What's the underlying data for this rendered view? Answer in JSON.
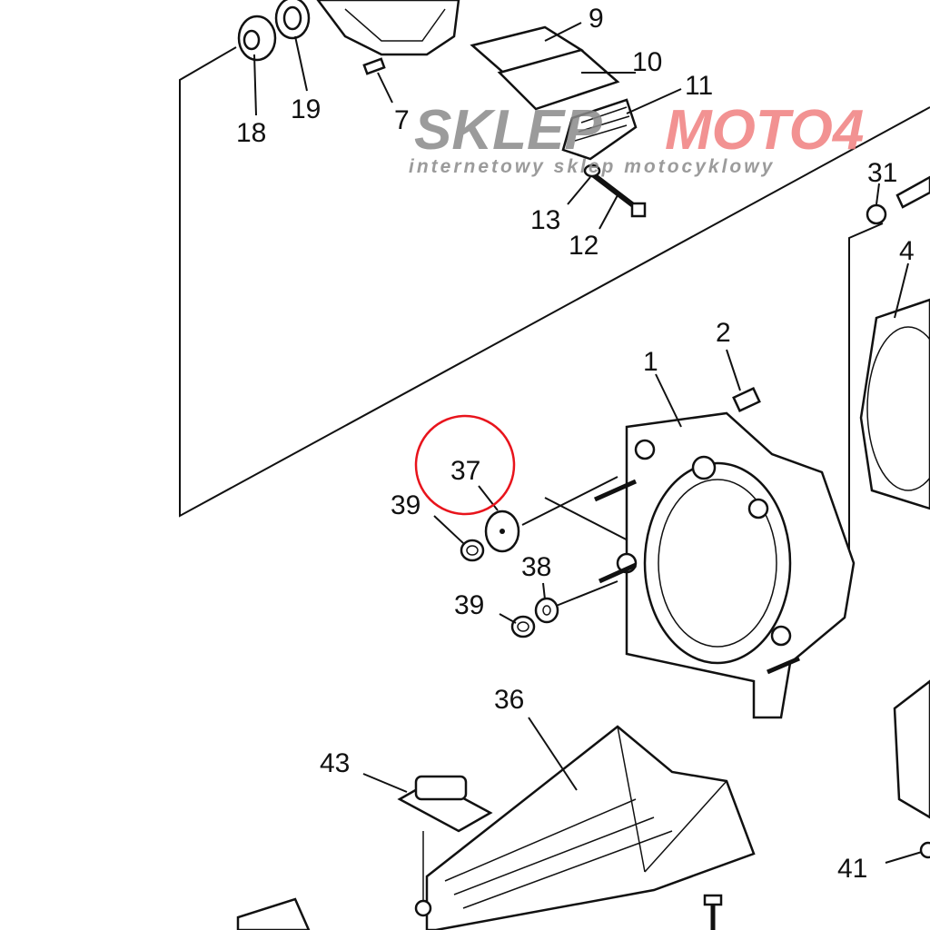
{
  "labels": {
    "p1": "1",
    "p2": "2",
    "p4": "4",
    "p7": "7",
    "p9": "9",
    "p10": "10",
    "p11": "11",
    "p12": "12",
    "p13": "13",
    "p18": "18",
    "p19": "19",
    "p31": "31",
    "p36": "36",
    "p37": "37",
    "p38": "38",
    "p39a": "39",
    "p39b": "39",
    "p41": "41",
    "p43": "43"
  },
  "watermark": {
    "brand_gray": "SKLEP",
    "brand_red": "MOTO4",
    "tagline": "internetowy sklep motocyklowy"
  },
  "colors": {
    "highlight": "#e8141c",
    "watermark_red": "#f08080",
    "watermark_gray": "#8a8a8a"
  }
}
